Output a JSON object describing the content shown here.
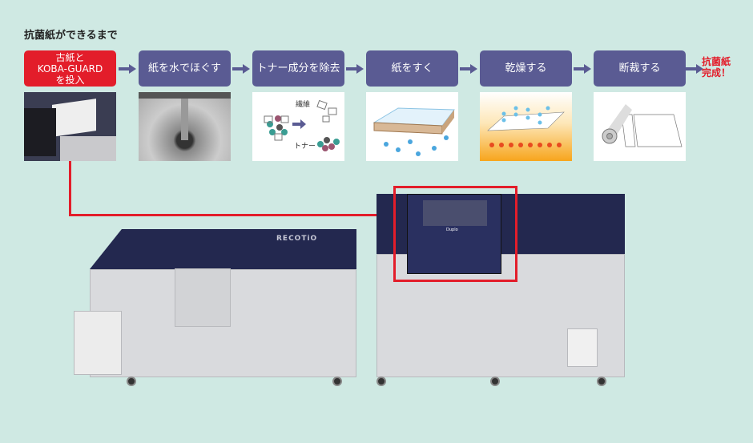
{
  "title": "抗菌紙ができるまで",
  "steps": [
    {
      "label": "古紙と\nKOBA-GUARD\nを投入"
    },
    {
      "label": "紙を水でほぐす"
    },
    {
      "label": "トナー成分を除去"
    },
    {
      "label": "紙をすく"
    },
    {
      "label": "乾燥する"
    },
    {
      "label": "断裁する"
    }
  ],
  "toner_diagram": {
    "fiber_label": "繊維",
    "toner_label": "トナー"
  },
  "result": "抗菌紙\n完成！",
  "machine": {
    "brand_label": "RECOTiO",
    "maker_label": "Duplo"
  },
  "colors": {
    "step": "#5a5b93",
    "highlight": "#e31d2a",
    "background": "#cfe9e3",
    "machine_navy": "#23284f"
  }
}
